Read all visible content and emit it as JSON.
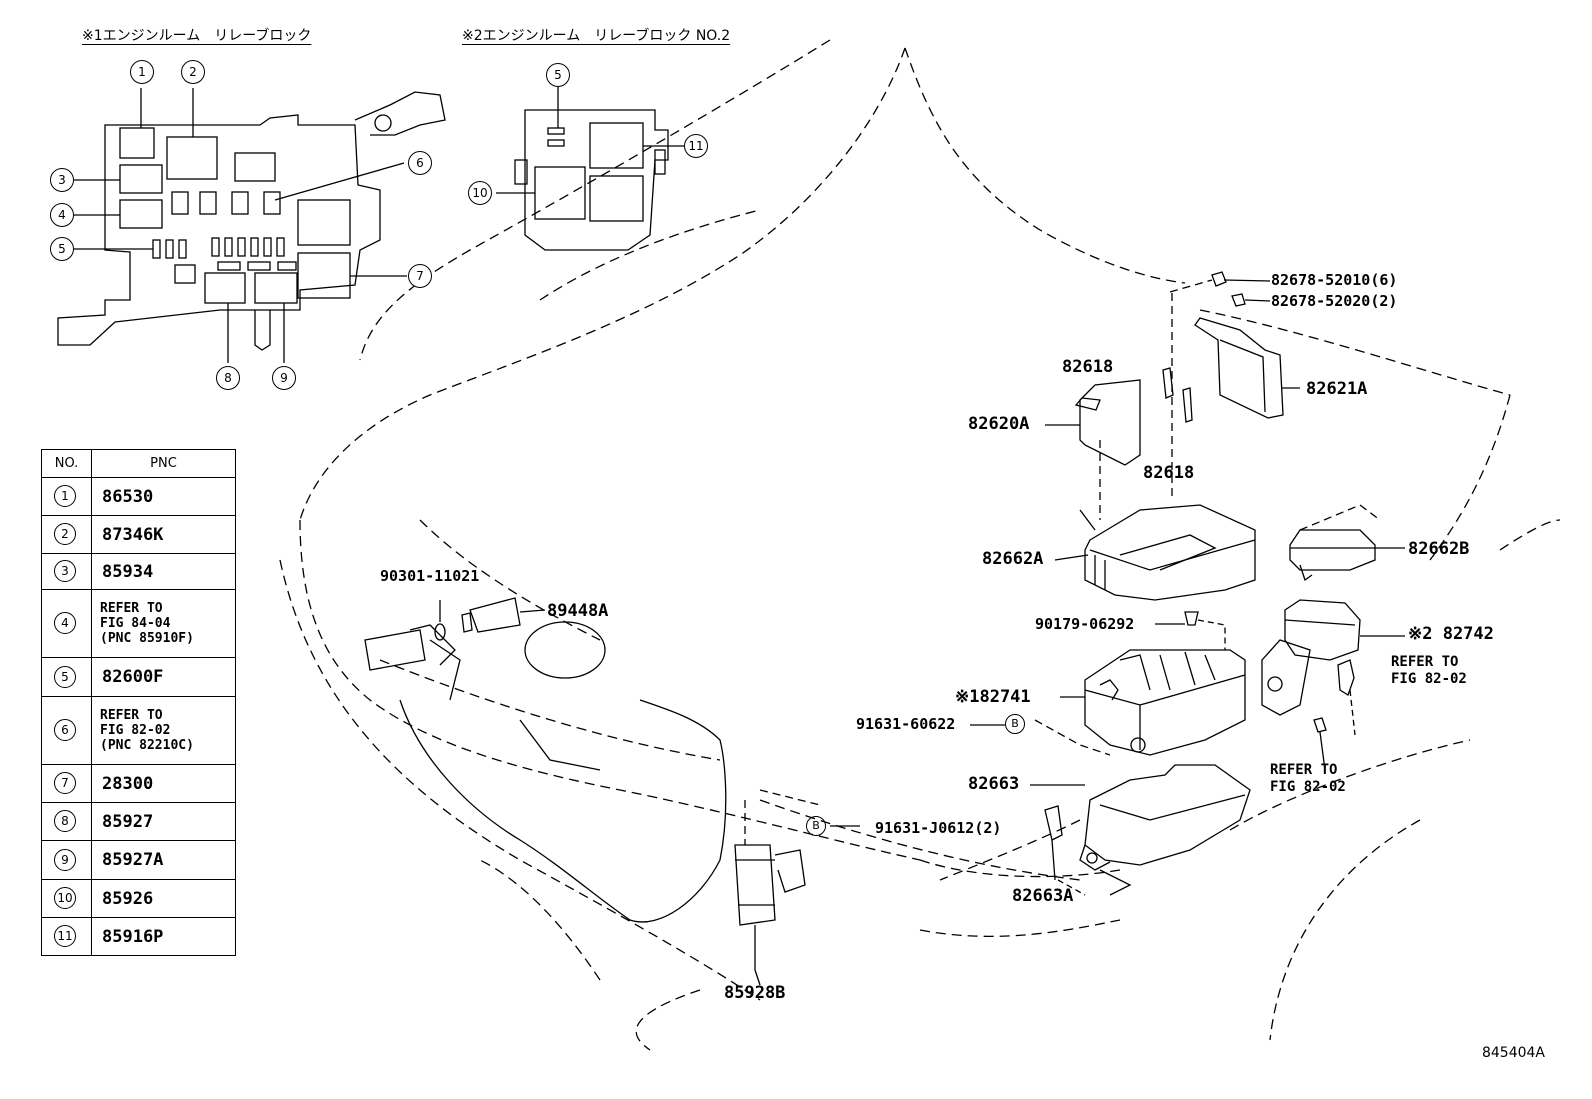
{
  "headers": {
    "block1": "※1エンジンルーム　リレーブロック",
    "block2": "※2エンジンルーム　リレーブロック NO.2"
  },
  "callouts": [
    "1",
    "2",
    "3",
    "4",
    "5",
    "6",
    "7",
    "8",
    "9",
    "10",
    "11"
  ],
  "bolt_ref": "B",
  "table": {
    "head_no": "NO.",
    "head_pnc": "PNC",
    "rows": [
      {
        "no": "1",
        "pnc": "86530"
      },
      {
        "no": "2",
        "pnc": "87346K"
      },
      {
        "no": "3",
        "pnc": "85934"
      },
      {
        "no": "4",
        "pnc": "REFER TO\nFIG 84-04\n(PNC 85910F)"
      },
      {
        "no": "5",
        "pnc": "82600F"
      },
      {
        "no": "6",
        "pnc": "REFER TO\nFIG 82-02\n(PNC 82210C)"
      },
      {
        "no": "7",
        "pnc": "28300"
      },
      {
        "no": "8",
        "pnc": "85927"
      },
      {
        "no": "9",
        "pnc": "85927A"
      },
      {
        "no": "10",
        "pnc": "85926"
      },
      {
        "no": "11",
        "pnc": "85916P"
      }
    ]
  },
  "parts": {
    "p82678a": "82678-52010(6)",
    "p82678b": "82678-52020(2)",
    "p82618a": "82618",
    "p82618b": "82618",
    "p82621a": "82621A",
    "p82620a": "82620A",
    "p82662a": "82662A",
    "p82662b": "82662B",
    "p90301": "90301-11021",
    "p89448a": "89448A",
    "p90179": "90179-06292",
    "p82742": "※2 82742",
    "p82741": "※182741",
    "p91631a": "91631-60622",
    "p82663": "82663",
    "p91631b": "91631-J0612(2)",
    "p82663a": "82663A",
    "p85928b": "85928B",
    "ref_fig_a": "REFER TO\nFIG 82-02",
    "ref_fig_b": "REFER TO\nFIG 82-02"
  },
  "figure_number": "845404A"
}
